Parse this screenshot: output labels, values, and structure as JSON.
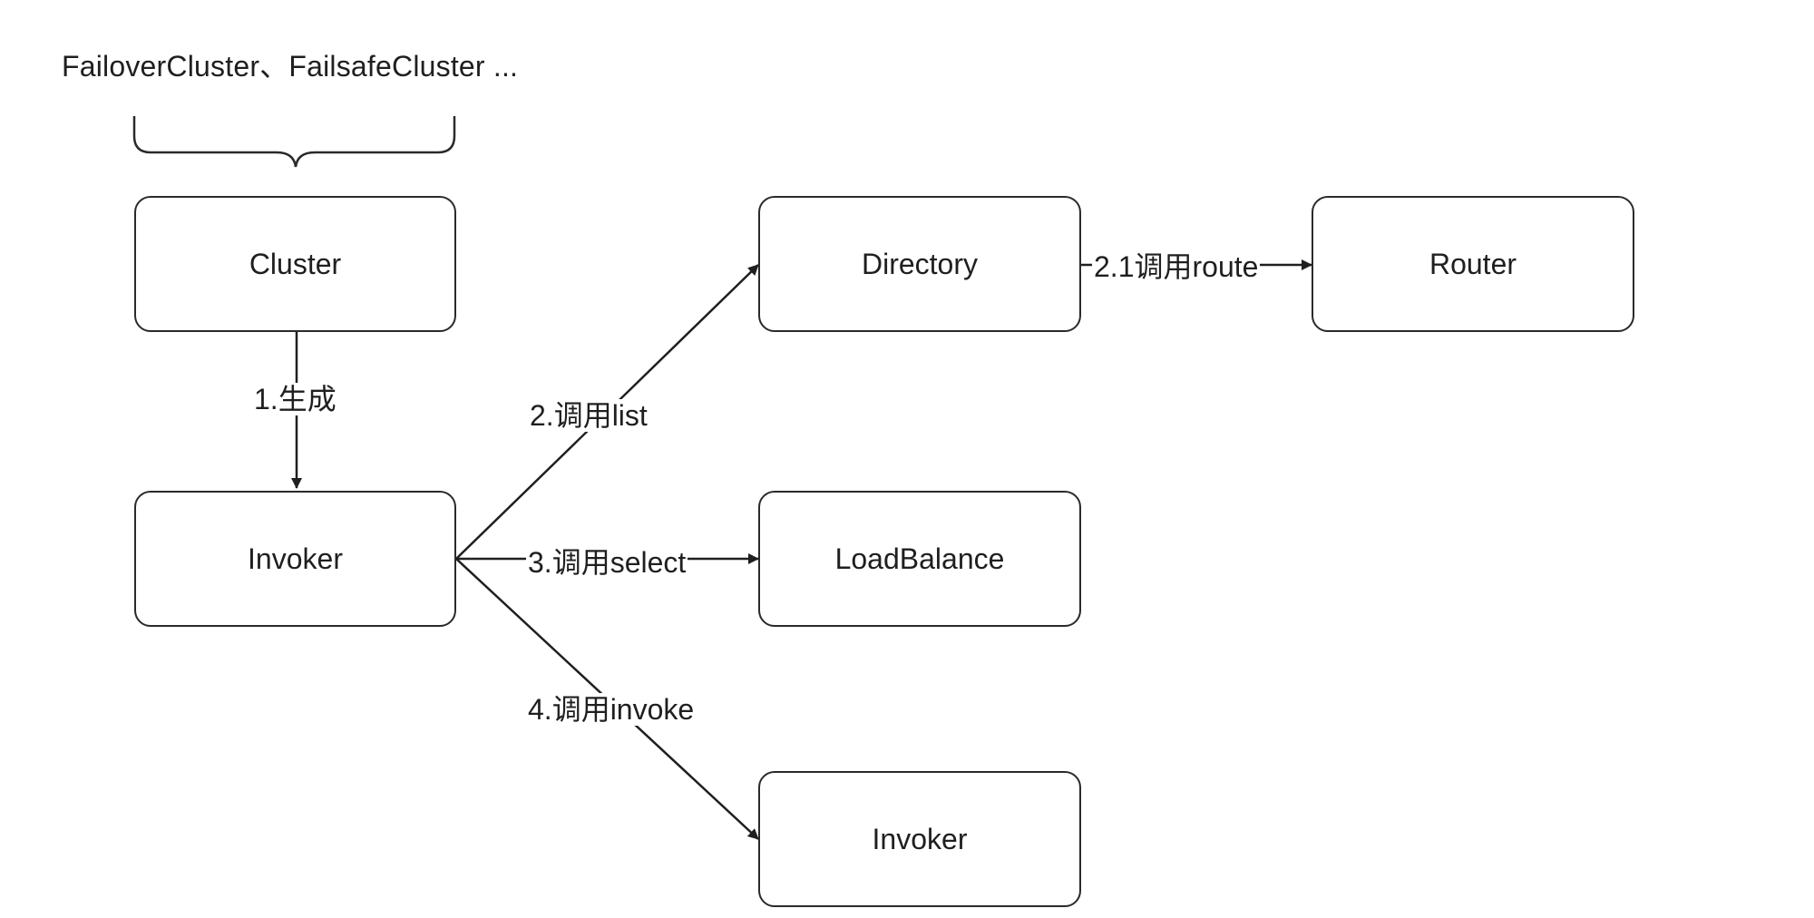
{
  "header": {
    "text": "FailoverCluster、FailsafeCluster ..."
  },
  "nodes": {
    "cluster": "Cluster",
    "invoker_main": "Invoker",
    "directory": "Directory",
    "router": "Router",
    "loadbalance": "LoadBalance",
    "invoker_target": "Invoker"
  },
  "edges": {
    "generate": "1.生成",
    "list": "2.调用list",
    "route": "2.1调用route",
    "select": "3.调用select",
    "invoke": "4.调用invoke"
  }
}
